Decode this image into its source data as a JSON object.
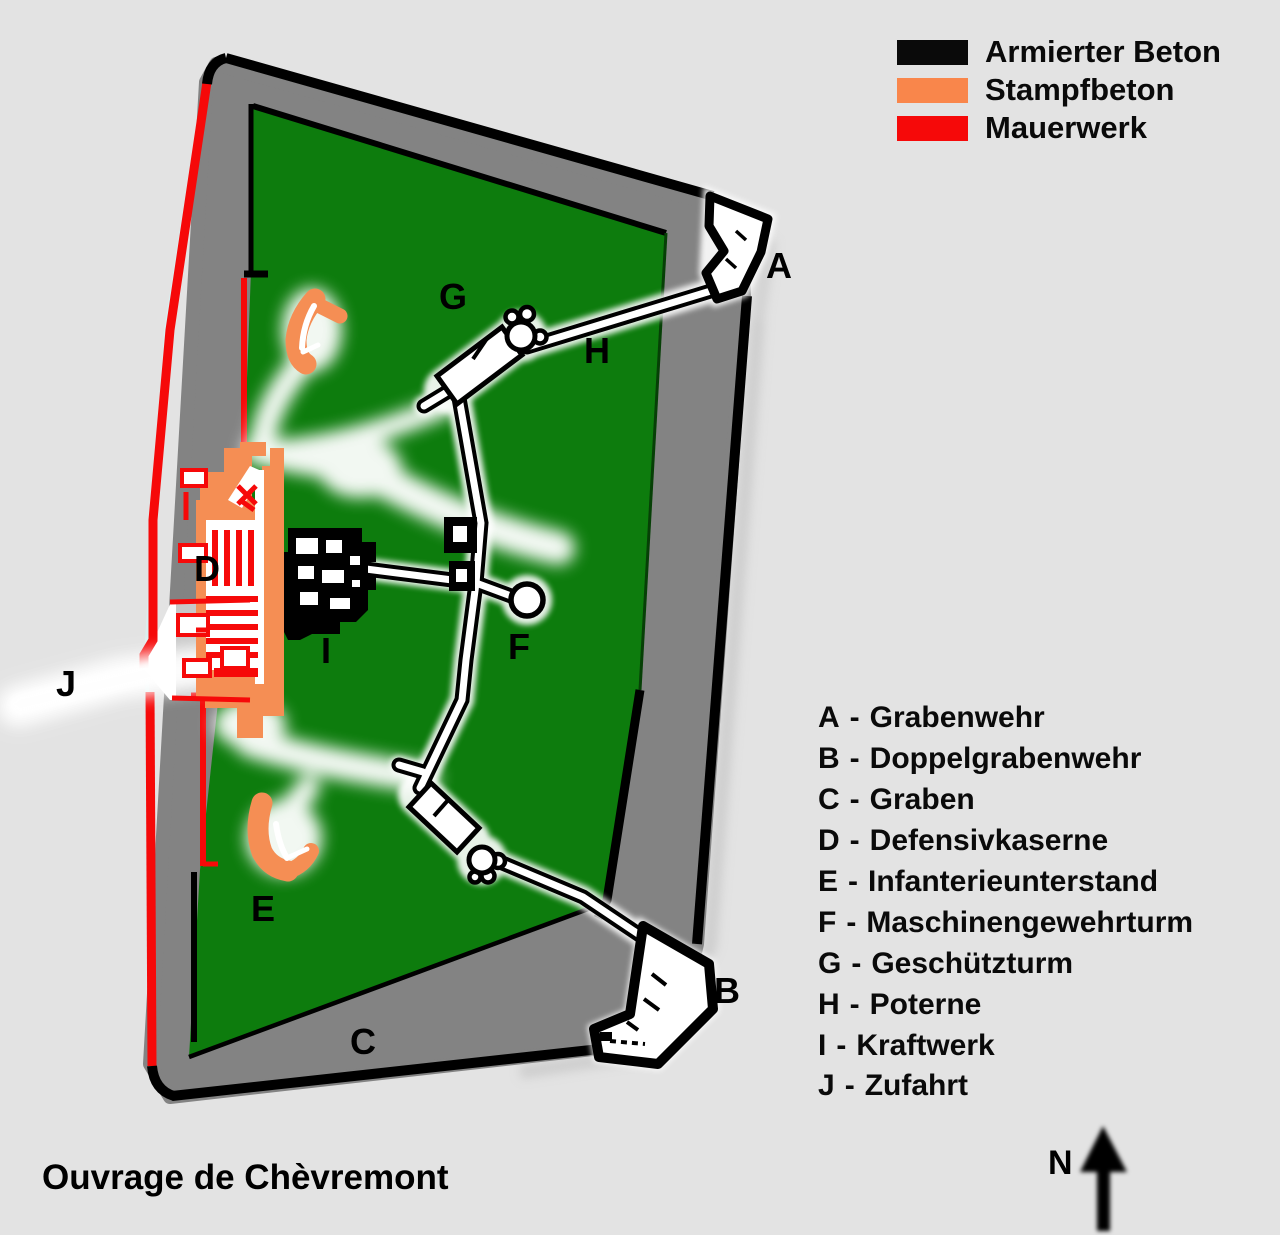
{
  "title": "Ouvrage de Chèvremont",
  "legend": {
    "items": [
      {
        "label": "Armierter Beton",
        "color": "#0a0a0a"
      },
      {
        "label": "Stampfbeton",
        "color": "#f9864b"
      },
      {
        "label": "Mauerwerk",
        "color": "#f60909"
      }
    ]
  },
  "key": {
    "separator": "-",
    "items": [
      {
        "letter": "A",
        "name": "Grabenwehr"
      },
      {
        "letter": "B",
        "name": "Doppelgrabenwehr"
      },
      {
        "letter": "C",
        "name": "Graben"
      },
      {
        "letter": "D",
        "name": "Defensivkaserne"
      },
      {
        "letter": "E",
        "name": "Infanterieunterstand"
      },
      {
        "letter": "F",
        "name": "Maschinengewehrturm"
      },
      {
        "letter": "G",
        "name": "Geschützturm"
      },
      {
        "letter": "H",
        "name": "Poterne"
      },
      {
        "letter": "I",
        "name": "Kraftwerk"
      },
      {
        "letter": "J",
        "name": "Zufahrt"
      }
    ]
  },
  "compass": {
    "label": "N"
  },
  "map": {
    "colors": {
      "background": "#e3e3e3",
      "moat_gray": "#838383",
      "grass_green": "#0d7c0d",
      "reinforced_concrete_black": "#000000",
      "tamped_concrete_orange": "#f58e54",
      "masonry_red": "#f60909"
    }
  }
}
